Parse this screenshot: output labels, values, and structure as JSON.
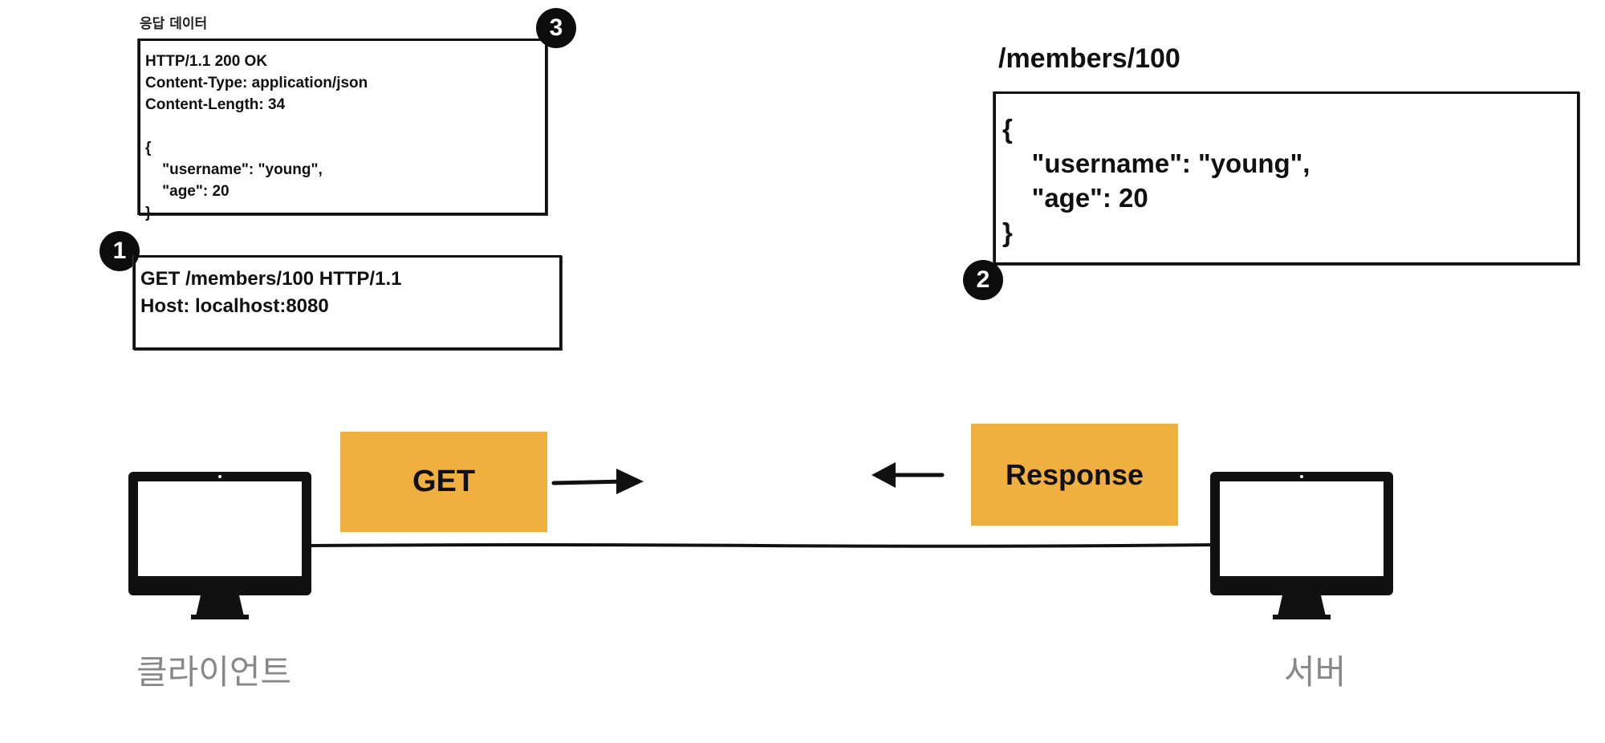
{
  "response_data": {
    "title": "응답 데이터",
    "badge": "3",
    "lines": "HTTP/1.1 200 OK\nContent-Type: application/json\nContent-Length: 34\n\n{\n    \"username\": \"young\",\n    \"age\": 20\n}"
  },
  "request": {
    "badge": "1",
    "lines": "GET /members/100 HTTP/1.1\nHost: localhost:8080"
  },
  "resource": {
    "path": "/members/100",
    "badge": "2",
    "lines": "{\n    \"username\": \"young\",\n    \"age\": 20\n}"
  },
  "labels": {
    "get": "GET",
    "response": "Response",
    "client": "클라이언트",
    "server": "서버"
  },
  "colors": {
    "accent": "#f0b040",
    "ink": "#111111",
    "caption": "#888888"
  },
  "icons": {
    "client": "monitor-icon",
    "server": "monitor-icon",
    "right_arrow": "arrow-right-icon",
    "left_arrow": "arrow-left-icon"
  }
}
